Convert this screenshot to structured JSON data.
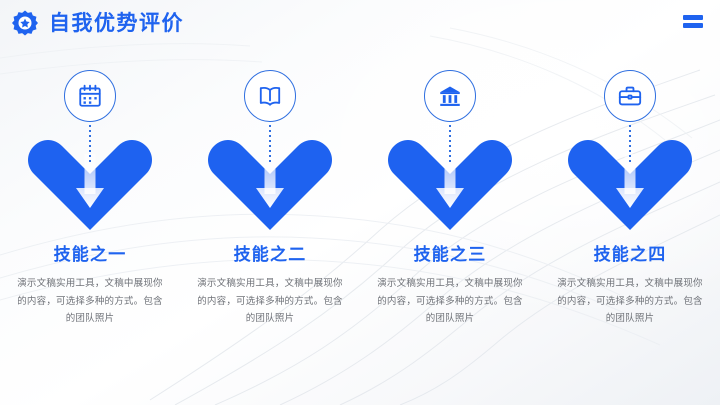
{
  "header": {
    "title": "自我优势评价",
    "icon": "gear-star-icon",
    "menu_icon": "menu-icon",
    "accent_color": "#1f63ef"
  },
  "theme": {
    "accent": "#1f63ef",
    "chevron_blue": "#1e62f0",
    "icon_outline": "#2f6fe0",
    "body_text": "#6f7278",
    "background": "#f7f8fa"
  },
  "columns": [
    {
      "icon": "calendar-icon",
      "title": "技能之一",
      "body": "演示文稿实用工具，文稿中展现你的内容，可选择多种的方式。包含的团队照片"
    },
    {
      "icon": "open-book-icon",
      "title": "技能之二",
      "body": "演示文稿实用工具，文稿中展现你的内容，可选择多种的方式。包含的团队照片"
    },
    {
      "icon": "bank-building-icon",
      "title": "技能之三",
      "body": "演示文稿实用工具，文稿中展现你的内容，可选择多种的方式。包含的团队照片"
    },
    {
      "icon": "briefcase-icon",
      "title": "技能之四",
      "body": "演示文稿实用工具，文稿中展现你的内容，可选择多种的方式。包含的团队照片"
    }
  ]
}
